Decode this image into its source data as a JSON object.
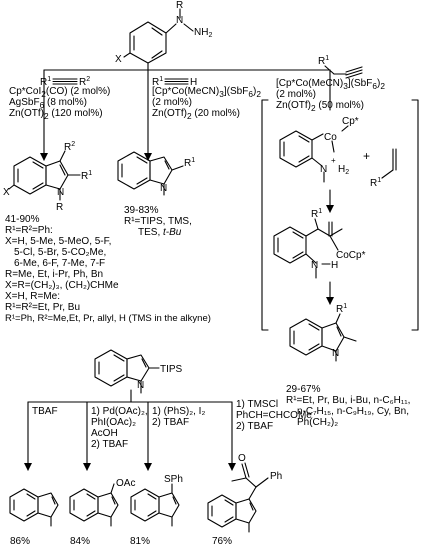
{
  "start": {
    "r_label": "R",
    "n_label": "N",
    "nh2_label": "NH",
    "nh2_sub": "2",
    "x_label": "X"
  },
  "route_a": {
    "alkyne_r1": "R",
    "alkyne_r1_sup": "1",
    "alkyne_r2": "R",
    "alkyne_r2_sup": "2",
    "cond1_pre": "Cp*CoI",
    "cond1_sub": "2",
    "cond1_post": "(CO) (2 mol%)",
    "cond2_pre": "AgSbF",
    "cond2_sub": "6",
    "cond2_post": " (8 mol%)",
    "cond3_pre": "Zn(OTf)",
    "cond3_sub": "2",
    "cond3_post": " (120 mol%)",
    "prod_r2": "R",
    "prod_r2_sup": "2",
    "prod_r1": "R",
    "prod_r1_sup": "1",
    "prod_r": "R",
    "prod_n": "N",
    "prod_x": "X",
    "yield": "41-90%",
    "scope": [
      "R¹=R²=Ph:",
      "X=H, 5-Me, 5-MeO, 5-F,",
      "5-Cl, 5-Br, 5-CO₂Me,",
      "6-Me, 6-F, 7-Me, 7-F",
      "R=Me, Et, i-Pr, Ph, Bn",
      "X=R=(CH₂)₃, (CH₂)CHMe",
      "X=H, R=Me:",
      "R¹=R²=Et, Pr, Bu",
      "R¹=Ph, R²=Me,Et, Pr, allyl, H (TMS in the alkyne)"
    ]
  },
  "route_b": {
    "alkyne_r1": "R",
    "alkyne_r1_sup": "1",
    "alkyne_h": "H",
    "cond1_pre": "[Cp*Co(MeCN)",
    "cond1_sub": "3",
    "cond1_mid": "](SbF",
    "cond1_sub2": "6",
    "cond1_post": ")",
    "cond1_sub3": "2",
    "cond2": "(2 mol%)",
    "cond3_pre": "Zn(OTf)",
    "cond3_sub": "2",
    "cond3_post": " (20 mol%)",
    "prod_r1": "R",
    "prod_r1_sup": "1",
    "prod_n": "N",
    "yield": "39-83%",
    "scope1": "R¹=TIPS, TMS,",
    "scope2_pre": "TES, ",
    "scope2_it": "t-Bu"
  },
  "route_c": {
    "allene_r1": "R",
    "allene_r1_sup": "1",
    "cond1_pre": "[Cp*Co(MeCN)",
    "cond1_sub": "3",
    "cond1_mid": "](SbF",
    "cond1_sub2": "6",
    "cond1_post": ")",
    "cond1_sub3": "2",
    "cond2": "(2 mol%)",
    "cond3_pre": "Zn(OTf)",
    "cond3_sub": "2",
    "cond3_post": " (50 mol%)",
    "int1_cp": "Cp*",
    "int1_co": "Co",
    "int1_n": "N",
    "int1_h2": "H",
    "int1_h2_sub": "2",
    "int1_plus": "+",
    "int1_r1": "R",
    "int1_r1_sup": "1",
    "plus_sign": "+",
    "int2_r1": "R",
    "int2_r1_sup": "1",
    "int2_cocp": "CoCp*",
    "int2_n": "N",
    "int2_h": "H",
    "prod_r1": "R",
    "prod_r1_sup": "1",
    "prod_n": "N",
    "yield": "29-67%",
    "scope": [
      "R¹=Et, Pr, Bu, i-Bu, n-C₆H₁₁,",
      "n-C₇H₁₅, n-C₉H₁₉, Cy, Bn,",
      "Ph(CH₂)₂"
    ]
  },
  "tips": {
    "label": "TIPS",
    "n_label": "N"
  },
  "derivs": [
    {
      "cond": [
        "TBAF"
      ],
      "sub_label": "",
      "yield": "86%"
    },
    {
      "cond": [
        "1) Pd(OAc)₂,",
        "PhI(OAc)₂",
        "AcOH",
        "2) TBAF"
      ],
      "sub_label": "OAc",
      "yield": "84%"
    },
    {
      "cond": [
        "1) (PhS)₂, I₂",
        "2) TBAF"
      ],
      "sub_label": "SPh",
      "yield": "81%"
    },
    {
      "cond": [
        "1) TMSCl",
        "PhCH=CHCOMe",
        "2) TBAF"
      ],
      "sub_label": "Ph",
      "o_label": "O",
      "yield": "76%"
    }
  ]
}
